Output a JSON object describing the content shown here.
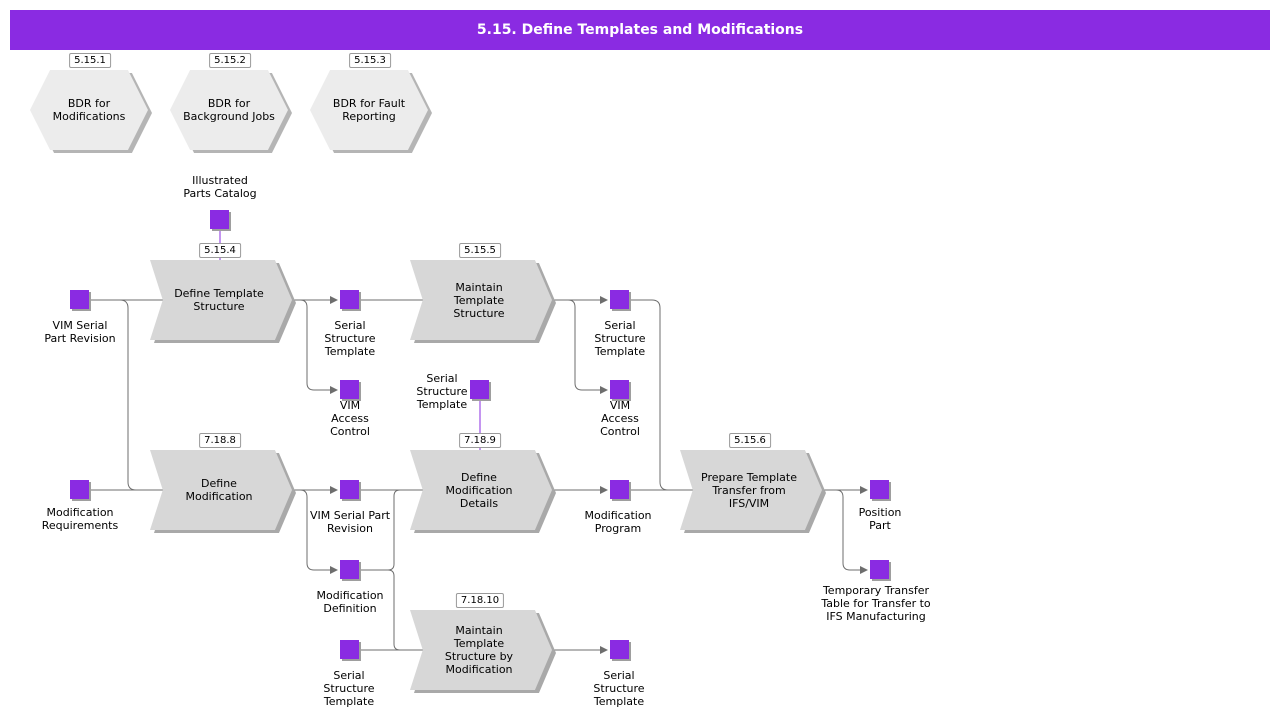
{
  "title": "5.15. Define Templates and Modifications",
  "colors": {
    "accent": "#8a2be2",
    "process_fill": "#d7d7d7",
    "hex_fill": "#ececec",
    "connector": "#6e6e6e"
  },
  "hexagons": [
    {
      "id": "5.15.1",
      "label": "BDR for Modifications"
    },
    {
      "id": "5.15.2",
      "label": "BDR for Background Jobs"
    },
    {
      "id": "5.15.3",
      "label": "BDR for Fault Reporting"
    }
  ],
  "processes": [
    {
      "id": "5.15.4",
      "label": "Define Template Structure"
    },
    {
      "id": "5.15.5",
      "label": "Maintain Template Structure"
    },
    {
      "id": "7.18.8",
      "label": "Define Modification"
    },
    {
      "id": "7.18.9",
      "label": "Define Modification Details"
    },
    {
      "id": "5.15.6",
      "label": "Prepare Template Transfer from IFS/VIM"
    },
    {
      "id": "7.18.10",
      "label": "Maintain Template Structure by Modification"
    }
  ],
  "artifacts": [
    {
      "label": "Illustrated Parts Catalog"
    },
    {
      "label": "VIM Serial Part Revision"
    },
    {
      "label": "Serial Structure Template"
    },
    {
      "label": "VIM Access Control"
    },
    {
      "label": "Serial Structure Template"
    },
    {
      "label": "VIM Access Control"
    },
    {
      "label": "Serial Structure Template"
    },
    {
      "label": "Modification Requirements"
    },
    {
      "label": "VIM Serial Part Revision"
    },
    {
      "label": "Modification Definition"
    },
    {
      "label": "Modification Program"
    },
    {
      "label": "Position Part"
    },
    {
      "label": "Temporary Transfer Table for Transfer to IFS Manufacturing"
    },
    {
      "label": "Serial Structure Template"
    },
    {
      "label": "Serial Structure Template"
    }
  ]
}
